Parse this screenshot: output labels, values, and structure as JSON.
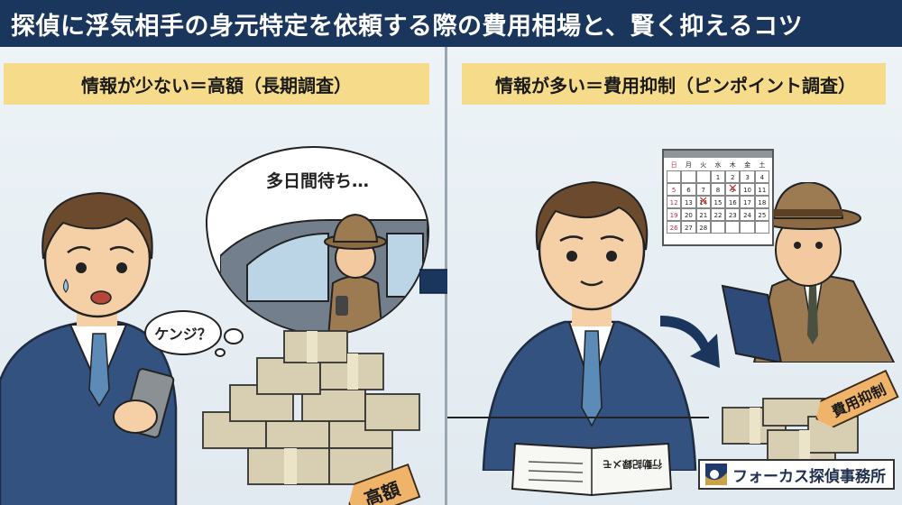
{
  "title": "探偵に浮気相手の身元特定を依頼する際の費用相場と、賢く抑えるコツ",
  "left_panel": {
    "banner": "情報が少ない＝高額（長期調査）",
    "thought_bubble": "多日間待ち…",
    "speech_bubble": "ケンジ？",
    "price_tag": "高額"
  },
  "right_panel": {
    "banner": "情報が多い＝費用抑制（ピンポイント調査）",
    "price_tag": "費用抑制",
    "notebook_text": "行動記録メモ",
    "calendar": {
      "weekdays": [
        "日",
        "月",
        "火",
        "水",
        "木",
        "金",
        "土"
      ],
      "days": [
        "",
        "",
        "",
        "1",
        "2",
        "3",
        "4",
        "5",
        "6",
        "7",
        "8",
        "9",
        "10",
        "11",
        "12",
        "13",
        "14",
        "15",
        "16",
        "17",
        "18",
        "19",
        "20",
        "21",
        "22",
        "23",
        "24",
        "25",
        "26",
        "27",
        "28",
        "",
        "",
        "",
        ""
      ],
      "marked_days": [
        "9",
        "14"
      ]
    }
  },
  "logo": {
    "text": "フォーカス探偵事務所"
  },
  "colors": {
    "title_bg": "#1b365d",
    "banner_bg": "#f6dc8a",
    "arrow": "#1b365d",
    "tag": "#f0b36a"
  }
}
